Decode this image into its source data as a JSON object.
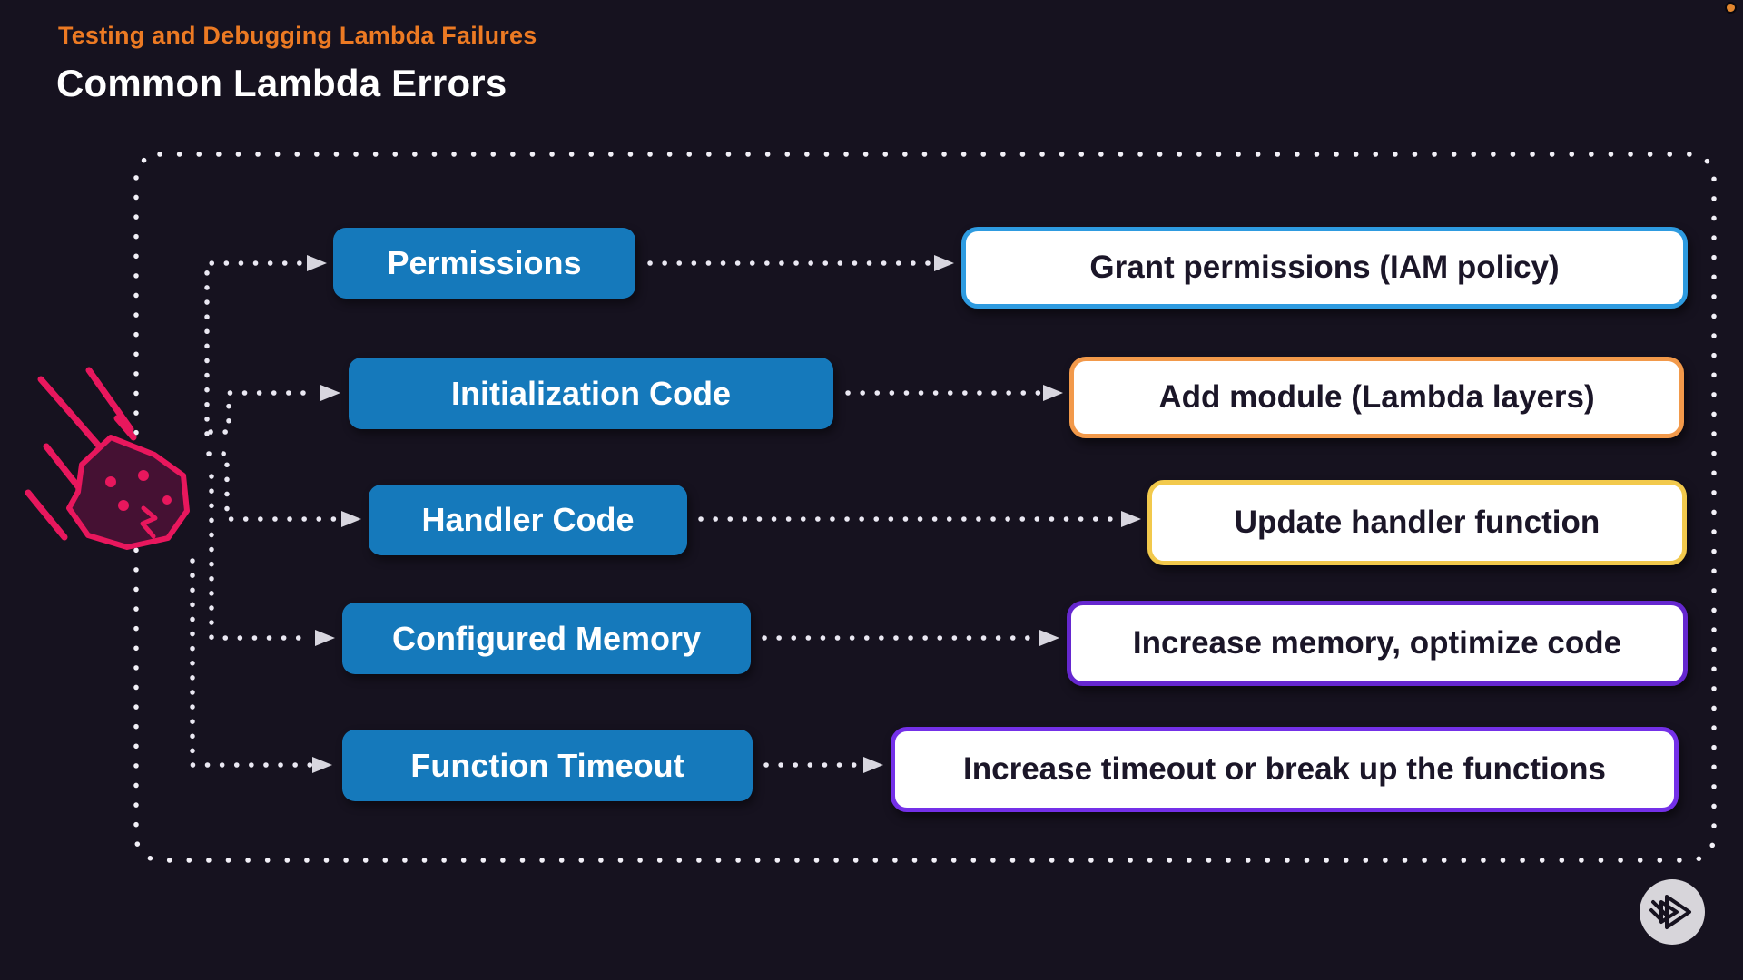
{
  "slide": {
    "background_color": "#16121F",
    "eyebrow": "Testing and Debugging Lambda Failures",
    "eyebrow_color": "#EC7A23",
    "title": "Common Lambda Errors",
    "title_color": "#FFFFFF"
  },
  "diagram": {
    "source_icon": "meteor-icon",
    "meteor_color": "#E8175D",
    "connector_color": "#EAE8F2",
    "arrowhead_color": "#D8D6DF",
    "error_box_fill": "#1579BB",
    "error_text_color": "#FFFFFF",
    "remedy_box_fill": "#FFFFFF",
    "remedy_text_color": "#1B1628",
    "rows": [
      {
        "error": "Permissions",
        "remedy": "Grant permissions (IAM policy)",
        "remedy_border": "#2E9BE0"
      },
      {
        "error": "Initialization Code",
        "remedy": "Add module (Lambda layers)",
        "remedy_border": "#F2994A"
      },
      {
        "error": "Handler Code",
        "remedy": "Update handler function",
        "remedy_border": "#F2C94C"
      },
      {
        "error": "Configured Memory",
        "remedy": "Increase memory, optimize code",
        "remedy_border": "#6527CF"
      },
      {
        "error": "Function Timeout",
        "remedy": "Increase timeout or break up the functions",
        "remedy_border": "#7430E8"
      }
    ]
  },
  "footer": {
    "brand_logo": "pluralsight-logo",
    "logo_circle_color": "#D7D5DA"
  },
  "misc": {
    "corner_dot_color": "#E2862F"
  }
}
